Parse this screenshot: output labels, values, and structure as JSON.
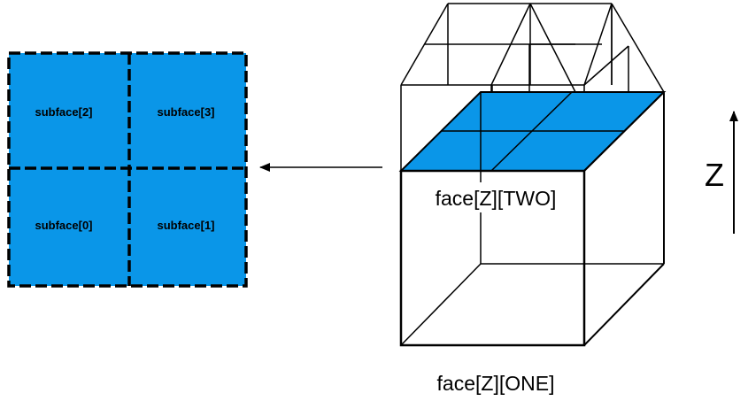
{
  "colors": {
    "fill": "#0a96e8",
    "line": "#000000",
    "background": "#ffffff"
  },
  "subface_grid": {
    "subfaces": [
      {
        "label": "subface[2]"
      },
      {
        "label": "subface[3]"
      },
      {
        "label": "subface[0]"
      },
      {
        "label": "subface[1]"
      }
    ]
  },
  "cube": {
    "top_face_label": "face[Z][TWO]",
    "bottom_face_label": "face[Z][ONE]"
  },
  "axis": {
    "label": "Z"
  }
}
